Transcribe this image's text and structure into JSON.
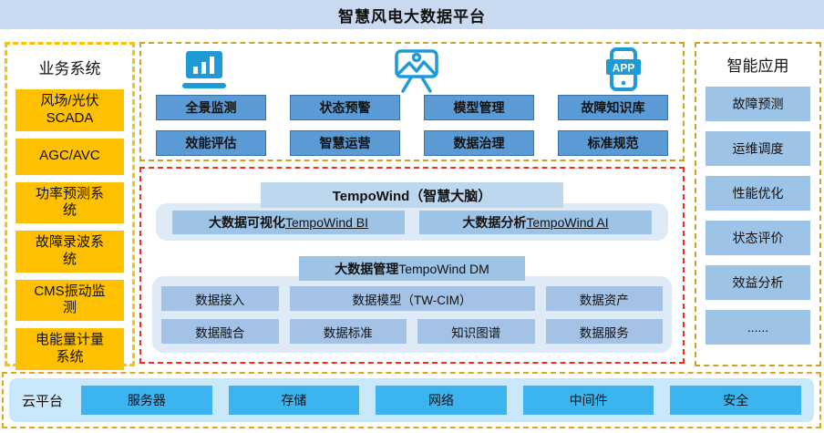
{
  "title": "智慧风电大数据平台",
  "left_panel": {
    "title": "业务系统",
    "items": [
      "风场/光伏SCADA",
      "AGC/AVC",
      "功率预测系统",
      "故障录波系统",
      "CMS振动监测",
      "电能量计量系统"
    ]
  },
  "middle_top": {
    "app_label": "APP",
    "icons": [
      "bar-chart-icon",
      "picture-easel-icon",
      "app-phone-icon"
    ],
    "row1": [
      "全景监测",
      "状态预警",
      "模型管理",
      "故障知识库"
    ],
    "row2": [
      "效能评估",
      "智慧运营",
      "数据治理",
      "标准规范"
    ]
  },
  "brain": {
    "header": "TempoWind（智慧大脑）",
    "bi": {
      "bold": "大数据可视化",
      "underline": "TempoWind BI"
    },
    "ai": {
      "bold": "大数据分析",
      "underline": "TempoWind AI"
    },
    "dm": {
      "bold": "大数据管理",
      "normal": "TempoWind DM"
    },
    "dm_row1": [
      "数据接入",
      "数据模型（TW-CIM）",
      "数据资产"
    ],
    "dm_row2": [
      "数据融合",
      "数据标准",
      "知识图谱",
      "数据服务"
    ]
  },
  "right_panel": {
    "title": "智能应用",
    "items": [
      "故障预测",
      "运维调度",
      "性能优化",
      "状态评价",
      "效益分析",
      "......"
    ]
  },
  "bottom": {
    "label": "云平台",
    "items": [
      "服务器",
      "存储",
      "网络",
      "中间件",
      "安全"
    ]
  },
  "colors": {
    "title_bar": "#C9D9F0",
    "orange": "#FFC000",
    "mid_blue": "#5B9BD5",
    "light_blue": "#9DC3E6",
    "pale_blue": "#DEEBF7",
    "header_blue": "#BDD7EE",
    "cyan": "#3CB4F0",
    "icon_blue": "#1E9BD7",
    "yellow_dash": "#C9A227",
    "red_dash": "#F42929"
  }
}
